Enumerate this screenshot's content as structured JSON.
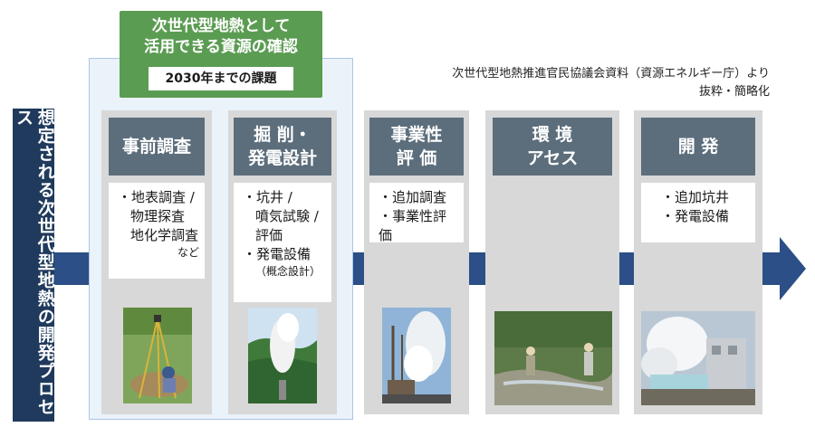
{
  "process_label": "想定される次世代型地熱の開発プロセス",
  "focus": {
    "title_line1": "次世代型地熱として",
    "title_line2": "活用できる資源の確認",
    "subtitle": "2030年までの課題"
  },
  "source_note": {
    "line1": "次世代型地熱推進官民協議会資料（資源エネルギー庁）より",
    "line2": "抜粋・簡略化"
  },
  "stages": [
    {
      "header": [
        "事前調査"
      ],
      "items": [
        "・地表調査 /",
        "物理探査",
        "地化学調査"
      ],
      "note": "など",
      "photo": "地表調査の写真"
    },
    {
      "header": [
        "掘 削・",
        "発電設計"
      ],
      "items": [
        "・坑井 /",
        "噴気試験 /",
        "評価",
        "・発電設備"
      ],
      "note": "（概念設計）",
      "photo": "噴気試験の写真"
    },
    {
      "header": [
        "事業性",
        "評 価"
      ],
      "items": [
        "・追加調査",
        "・事業性評価"
      ],
      "photo": "噴気の写真"
    },
    {
      "header": [
        "環 境",
        "アセス"
      ],
      "items": [],
      "photo": "環境調査の写真"
    },
    {
      "header": [
        "開 発"
      ],
      "items": [
        "・追加坑井",
        "・発電設備"
      ],
      "photo": "発電設備の写真"
    }
  ],
  "colors": {
    "navy": "#1f3a5c",
    "arrow": "#2b4f86",
    "green": "#5b9c53",
    "header_gray": "#5c6e7c",
    "panel_gray": "#d8d8d8",
    "focus_bg": "#eaf2fa"
  }
}
